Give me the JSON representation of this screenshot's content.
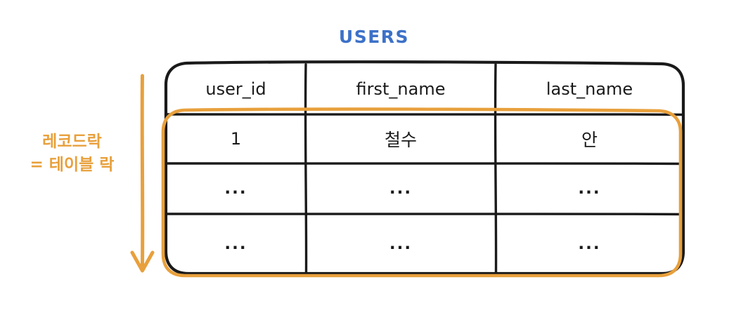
{
  "diagram": {
    "title": "USERS",
    "title_color": "#3c71c8",
    "highlight_color": "#e8a03c",
    "line_color": "#1a1a1a",
    "background": "#ffffff",
    "style": "hand-drawn"
  },
  "table": {
    "name": "USERS",
    "columns": [
      "user_id",
      "first_name",
      "last_name"
    ],
    "rows": [
      {
        "user_id": "1",
        "first_name": "철수",
        "last_name": "안"
      },
      {
        "user_id": "...",
        "first_name": "...",
        "last_name": "..."
      },
      {
        "user_id": "...",
        "first_name": "...",
        "last_name": "..."
      }
    ]
  },
  "annotation": {
    "line1": "레코드락",
    "line2": "= 테이블 락",
    "color": "#e8a03c",
    "arrow": {
      "direction": "down",
      "color": "#e8a03c"
    }
  },
  "highlight": {
    "label": "record-lock-region",
    "covers": "all data rows",
    "color": "#e8a03c"
  },
  "icons": {
    "down-arrow-icon": "↓"
  }
}
